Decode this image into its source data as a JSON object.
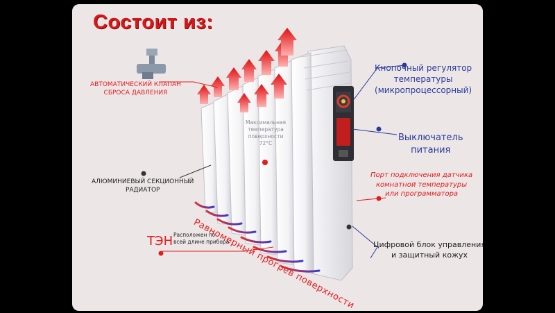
{
  "title": "Состоит из:",
  "labels": {
    "valve": [
      "АВТОМАТИЧЕСКИЙ КЛАПАН",
      "СБРОСА ДАВЛЕНИЯ"
    ],
    "regulator": [
      "Кнопочный регулятор",
      "температуры",
      "(микропроцессорный)"
    ],
    "switch": [
      "Выключатель",
      "питания"
    ],
    "port": [
      "Порт подключения датчика",
      "комнатной температуры",
      "или программатора"
    ],
    "radiator": [
      "АЛЮМИНИЕВЫЙ СЕКЦИОННЫЙ",
      "РАДИАТОР"
    ],
    "max_temp": [
      "Максимальная",
      "температура",
      "поверхности",
      "72°C"
    ],
    "uniform": "Равномерный прогрев поверхности",
    "ten_title": "ТЭН",
    "ten_desc": [
      "Расположен по",
      "всей длине прибора"
    ],
    "digital": [
      "Цифровой блок управления",
      "и защитный кожух"
    ]
  },
  "colors": {
    "accent_red": "#e41c1c",
    "text_blue": "#2a3a9a",
    "panel_bg": "#ece6e7"
  }
}
